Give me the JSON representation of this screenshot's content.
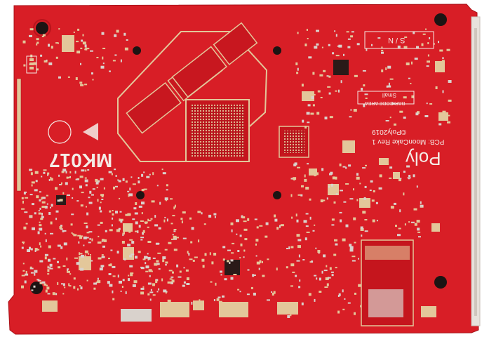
{
  "board": {
    "colors": {
      "mask": "#d81e26",
      "mask_dark": "#b8141c",
      "pad_gold": "#e3c79a",
      "pad_silver": "#d9d2cc",
      "chip_dark": "#2a1a18",
      "silk": "#f4ece6",
      "background": "#ffffff"
    },
    "silk": {
      "model": "MK017",
      "brand": "Poly",
      "pcb_line": "PCB: MoonCake Rev 1",
      "copyright": "©Poly2019",
      "sn_label": "S / N",
      "barcode_label": "BAR CODE AREA",
      "barcode_size": "Small"
    }
  }
}
